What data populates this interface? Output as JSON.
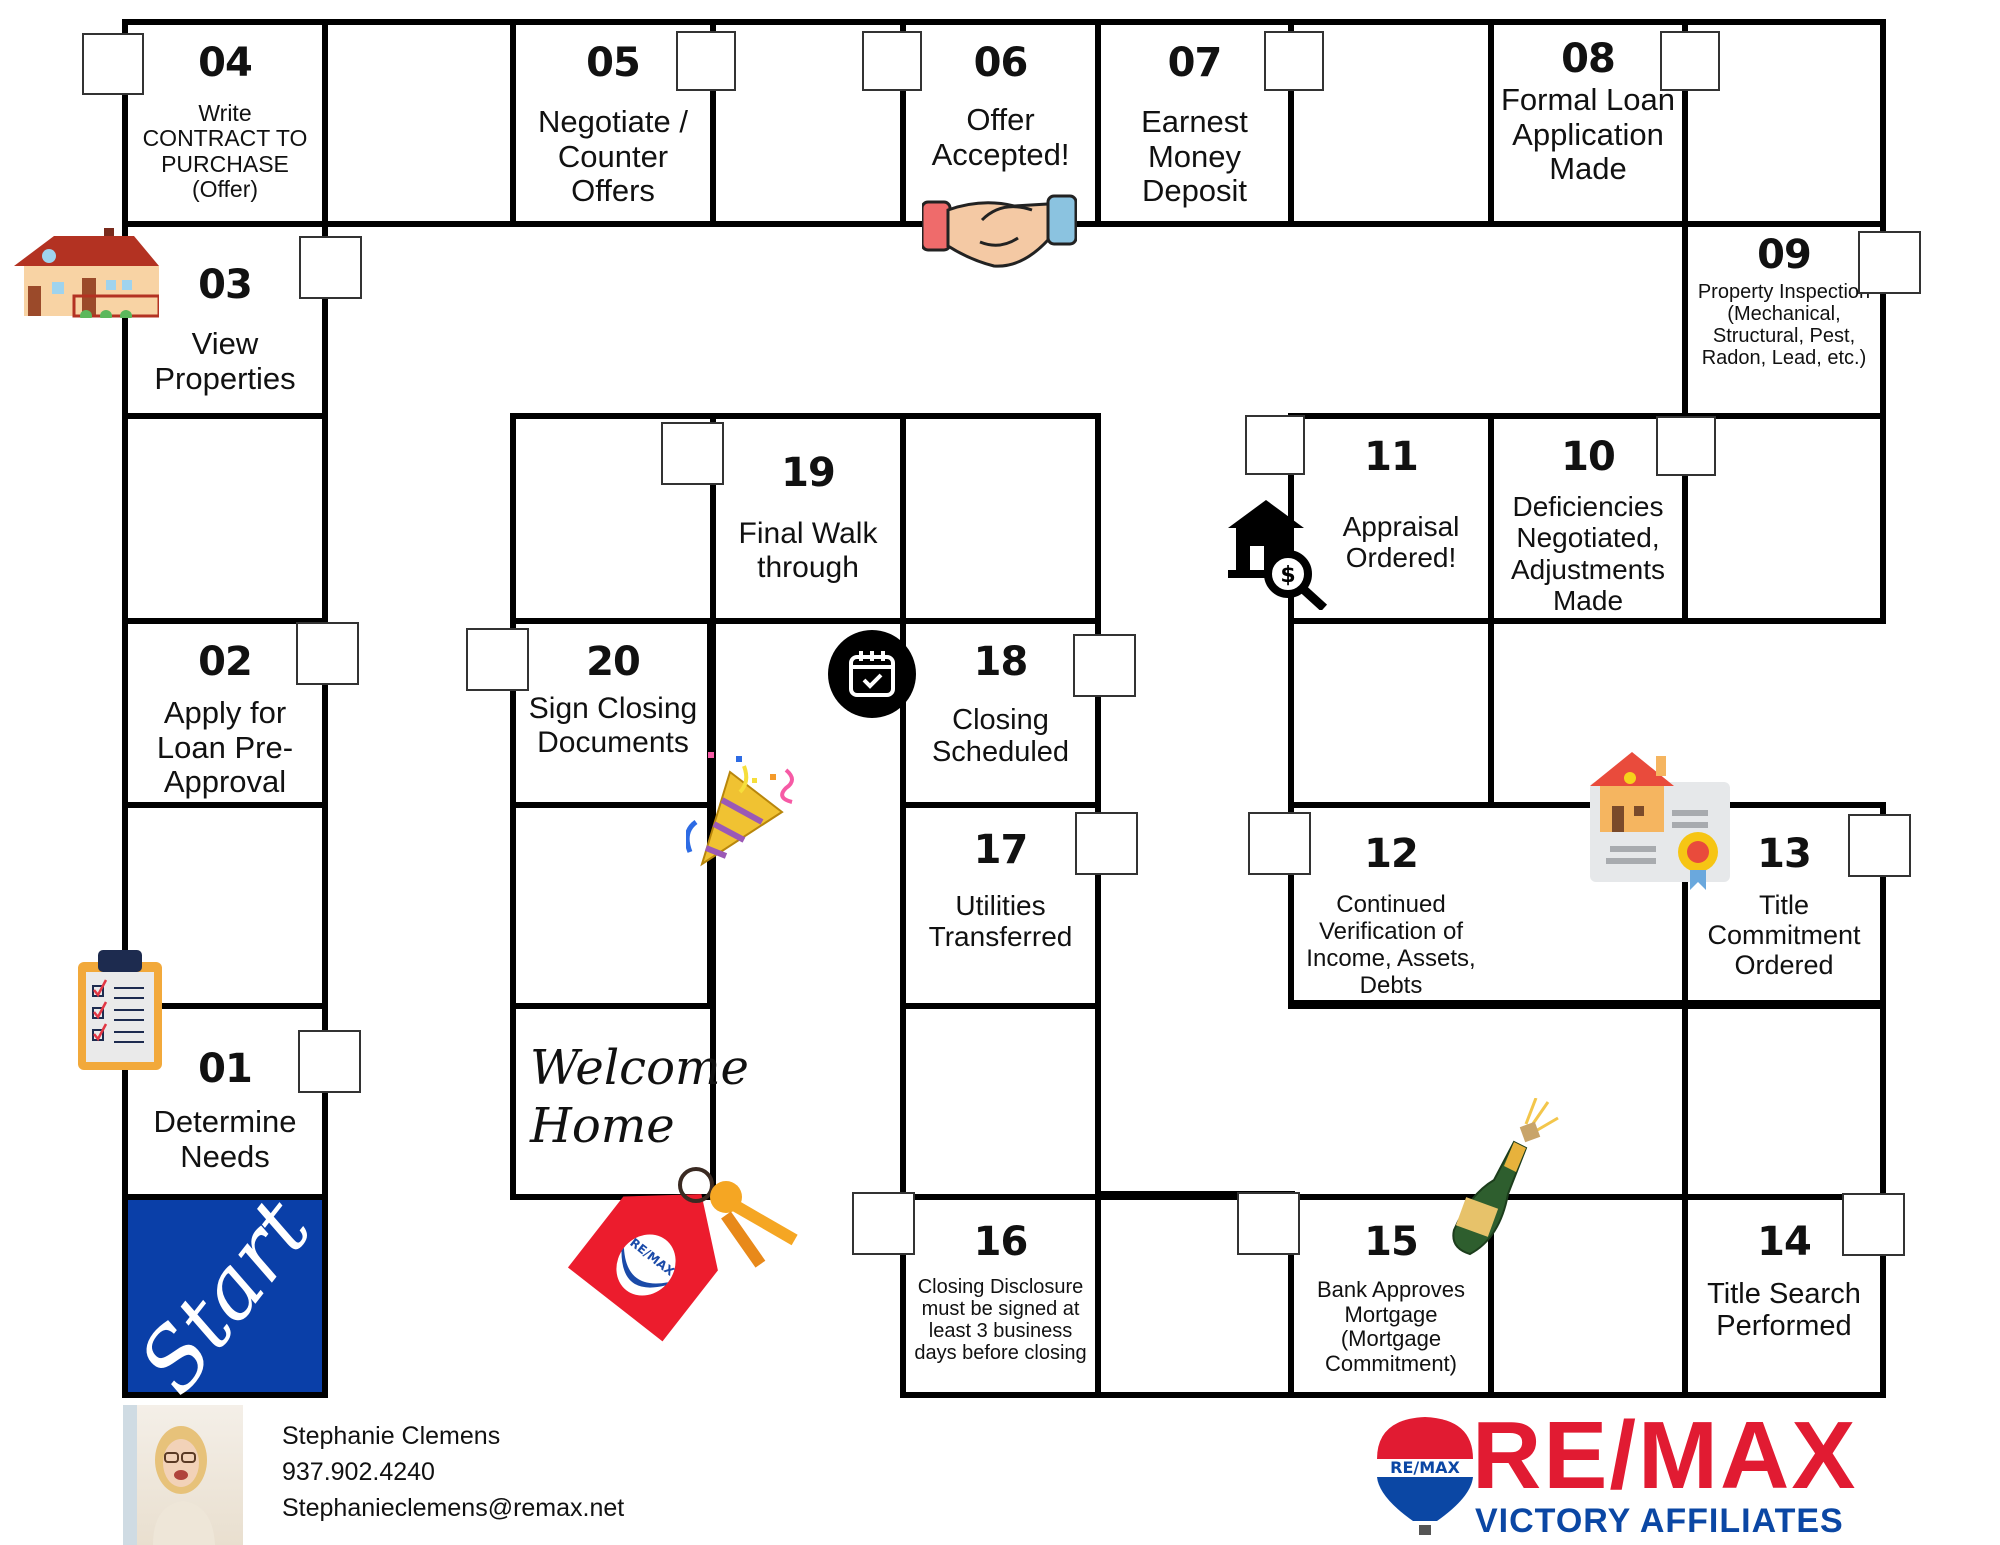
{
  "board": {
    "start_label": "Start",
    "finish_label": "Welcome Home",
    "steps": [
      {
        "num": "01",
        "label": "Determine Needs"
      },
      {
        "num": "02",
        "label": "Apply for Loan Pre-Approval"
      },
      {
        "num": "03",
        "label": "View Properties"
      },
      {
        "num": "04",
        "label_top": "Write",
        "label": "CONTRACT TO PURCHASE (Offer)"
      },
      {
        "num": "05",
        "label": "Negotiate / Counter Offers"
      },
      {
        "num": "06",
        "label": "Offer Accepted!"
      },
      {
        "num": "07",
        "label": "Earnest Money Deposit"
      },
      {
        "num": "08",
        "label": "Formal Loan Application Made"
      },
      {
        "num": "09",
        "label": "Property Inspection (Mechanical, Structural, Pest, Radon, Lead, etc.)"
      },
      {
        "num": "10",
        "label": "Deficiencies Negotiated, Adjustments Made"
      },
      {
        "num": "11",
        "label": "Appraisal Ordered!"
      },
      {
        "num": "12",
        "label": "Continued Verification of Income, Assets, Debts"
      },
      {
        "num": "13",
        "label": "Title Commitment Ordered"
      },
      {
        "num": "14",
        "label": "Title Search Performed"
      },
      {
        "num": "15",
        "label": "Bank Approves Mortgage (Mortgage Commitment)"
      },
      {
        "num": "16",
        "label": "Closing Disclosure must be signed at least 3 business days before closing"
      },
      {
        "num": "17",
        "label": "Utilities Transferred"
      },
      {
        "num": "18",
        "label": "Closing Scheduled"
      },
      {
        "num": "19",
        "label": "Final Walk through"
      },
      {
        "num": "20",
        "label": "Sign Closing Documents"
      }
    ],
    "checkboxes_checked": 0
  },
  "icons": [
    "house-icon",
    "handshake-icon",
    "clipboard-checklist-icon",
    "appraisal-house-magnifier-icon",
    "title-certificate-icon",
    "champagne-icon",
    "party-popper-icon",
    "calendar-check-icon",
    "house-keychain-icon"
  ],
  "keychain_logo_text": "RE/MAX",
  "contact": {
    "name": "Stephanie Clemens",
    "phone": "937.902.4240",
    "email": "Stephanieclemens@remax.net"
  },
  "brand": {
    "logo_text": "RE/MAX",
    "balloon_text": "RE/MAX",
    "office": "VICTORY AFFILIATES",
    "colors": {
      "red": "#e11b32",
      "blue": "#0b47a4",
      "start_bg": "#0a3fa8"
    }
  }
}
